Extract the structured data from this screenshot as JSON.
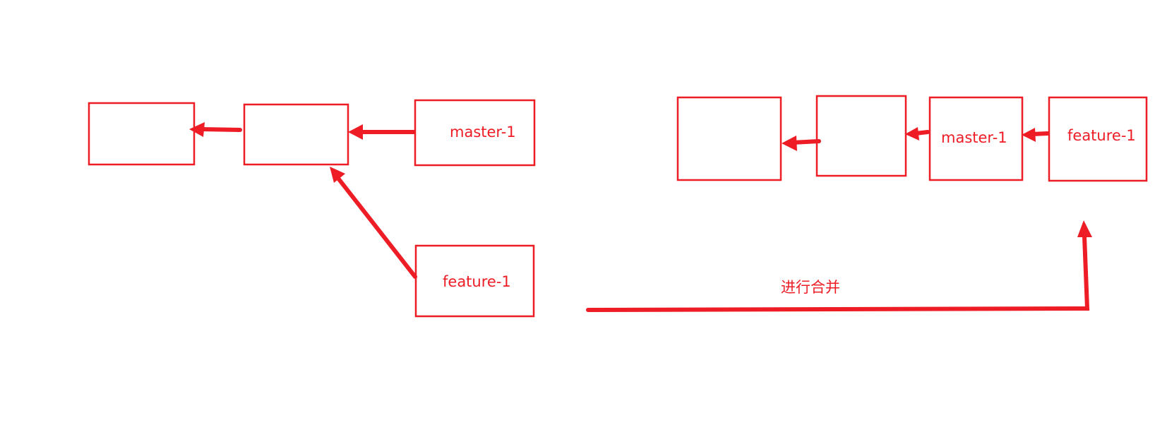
{
  "diagram": {
    "before": {
      "commit_labels": [
        "",
        "",
        "master-1",
        "feature-1"
      ]
    },
    "after": {
      "commit_labels": [
        "",
        "",
        "master-1",
        "feature-1"
      ]
    },
    "merge_label": "进行合并"
  },
  "colors": {
    "stroke": "#ee1c25",
    "background": "#ffffff"
  }
}
